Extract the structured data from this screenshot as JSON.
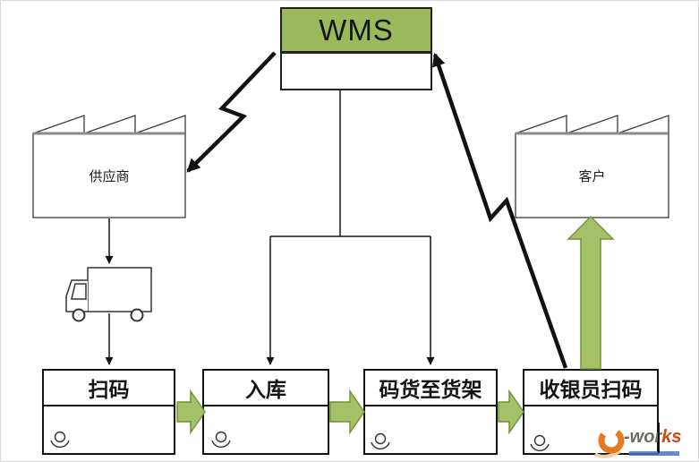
{
  "diagram_type": "value-stream-map",
  "nodes": {
    "wms": {
      "label": "WMS"
    },
    "supplier": {
      "label": "供应商"
    },
    "customer": {
      "label": "客户"
    }
  },
  "processes": [
    {
      "label": "扫码"
    },
    {
      "label": "入库"
    },
    {
      "label": "码货至货架"
    },
    {
      "label": "收银员扫码"
    }
  ],
  "connections": [
    {
      "from": "WMS",
      "to": "供应商",
      "style": "zigzag-information-arrow"
    },
    {
      "from": "收银员扫码",
      "to": "WMS",
      "style": "zigzag-information-arrow"
    },
    {
      "from": "WMS",
      "to": "入库",
      "style": "thin-arrow"
    },
    {
      "from": "WMS",
      "to": "码货至货架",
      "style": "thin-arrow"
    },
    {
      "from": "供应商",
      "to": "truck",
      "style": "thin-arrow"
    },
    {
      "from": "truck",
      "to": "扫码",
      "style": "thin-arrow"
    },
    {
      "from": "扫码",
      "to": "入库",
      "style": "green-block-arrow"
    },
    {
      "from": "入库",
      "to": "码货至货架",
      "style": "green-block-arrow"
    },
    {
      "from": "码货至货架",
      "to": "收银员扫码",
      "style": "green-block-arrow"
    },
    {
      "from": "收银员扫码",
      "to": "客户",
      "style": "green-block-arrow-up"
    }
  ],
  "icons": {
    "supplier": "factory-icon",
    "customer": "factory-icon",
    "shipment": "truck-icon",
    "process_operator": "operator-icon"
  },
  "colors": {
    "wms_header_green": "#9cba5c",
    "arrow_green_fill": "#a5c167",
    "arrow_green_border": "#75923d",
    "line_black": "#111111",
    "factory_topline_gray": "#8a8a8a",
    "logo_orange": "#e8791e",
    "logo_red": "#cf4a0e",
    "logo_gray": "#6b6b60",
    "logo_blue": "#4a74c9"
  },
  "watermark": {
    "part1": "-wor",
    "part2": "ks"
  }
}
